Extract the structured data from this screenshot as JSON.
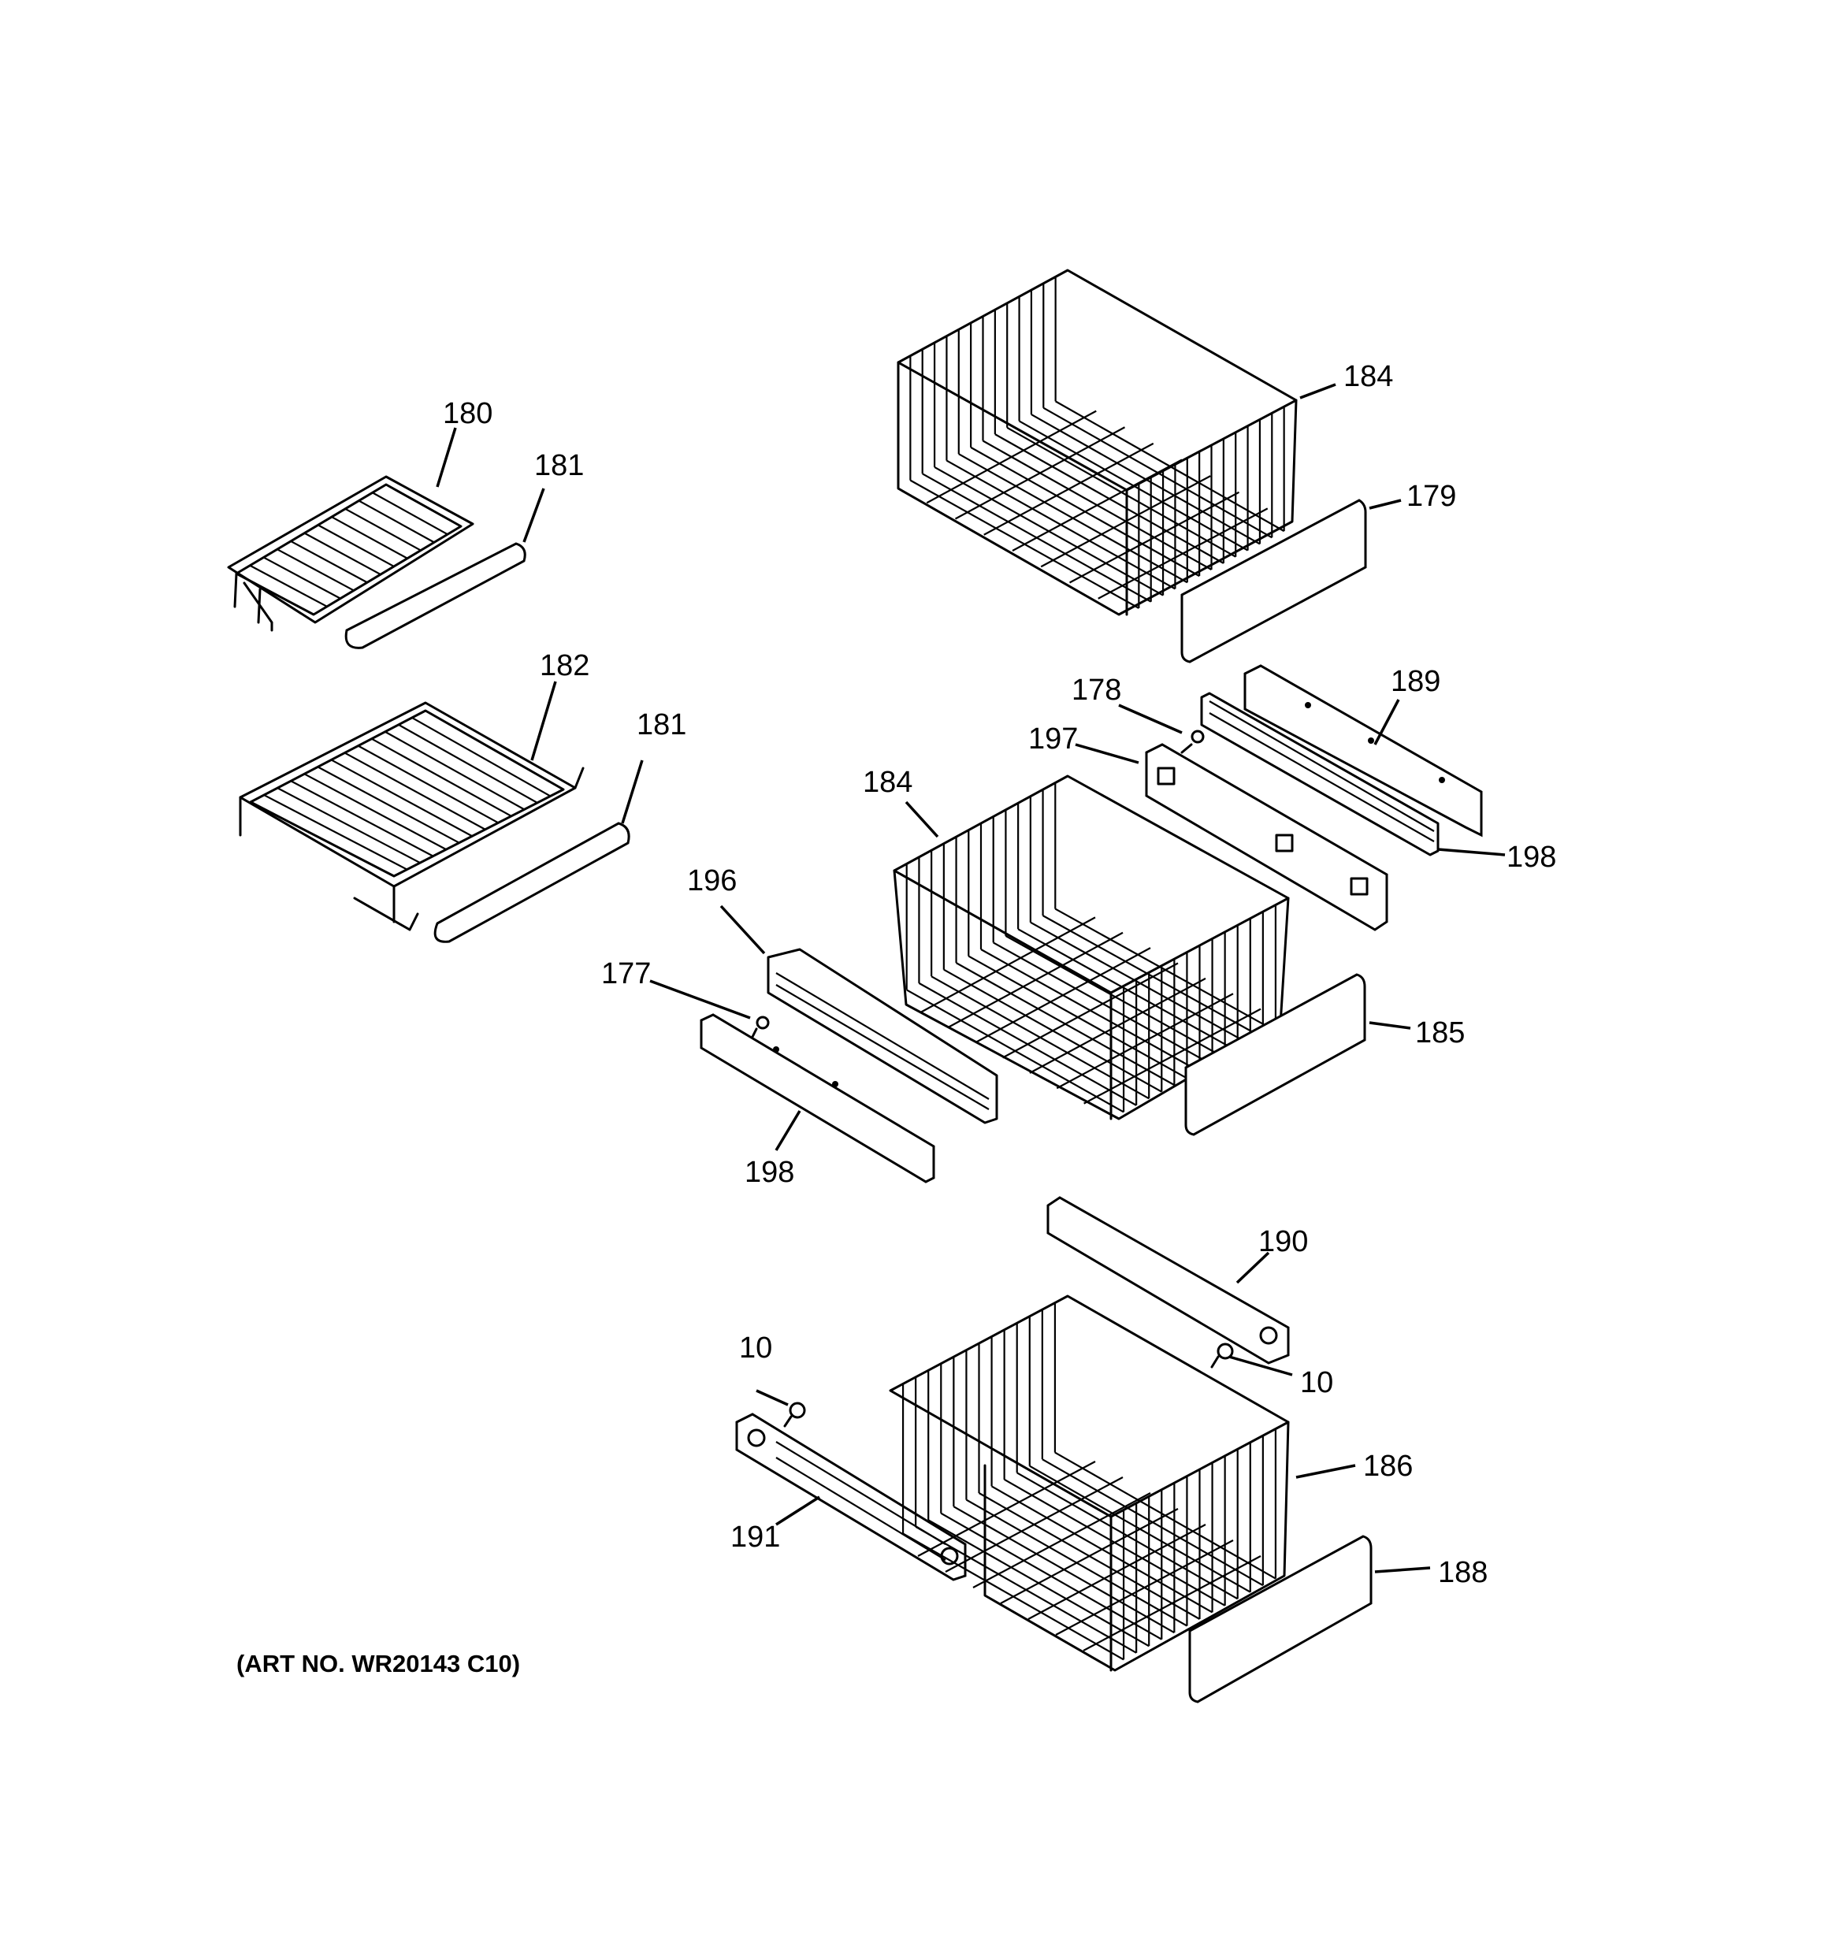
{
  "art_number": "(ART NO. WR20143 C10)",
  "callouts": {
    "c180": "180",
    "c181a": "181",
    "c182": "182",
    "c181b": "181",
    "c184a": "184",
    "c179": "179",
    "c178": "178",
    "c189": "189",
    "c197": "197",
    "c184b": "184",
    "c198a": "198",
    "c196": "196",
    "c177": "177",
    "c185": "185",
    "c198b": "198",
    "c190": "190",
    "c10a": "10",
    "c10b": "10",
    "c186": "186",
    "c191": "191",
    "c188": "188"
  }
}
